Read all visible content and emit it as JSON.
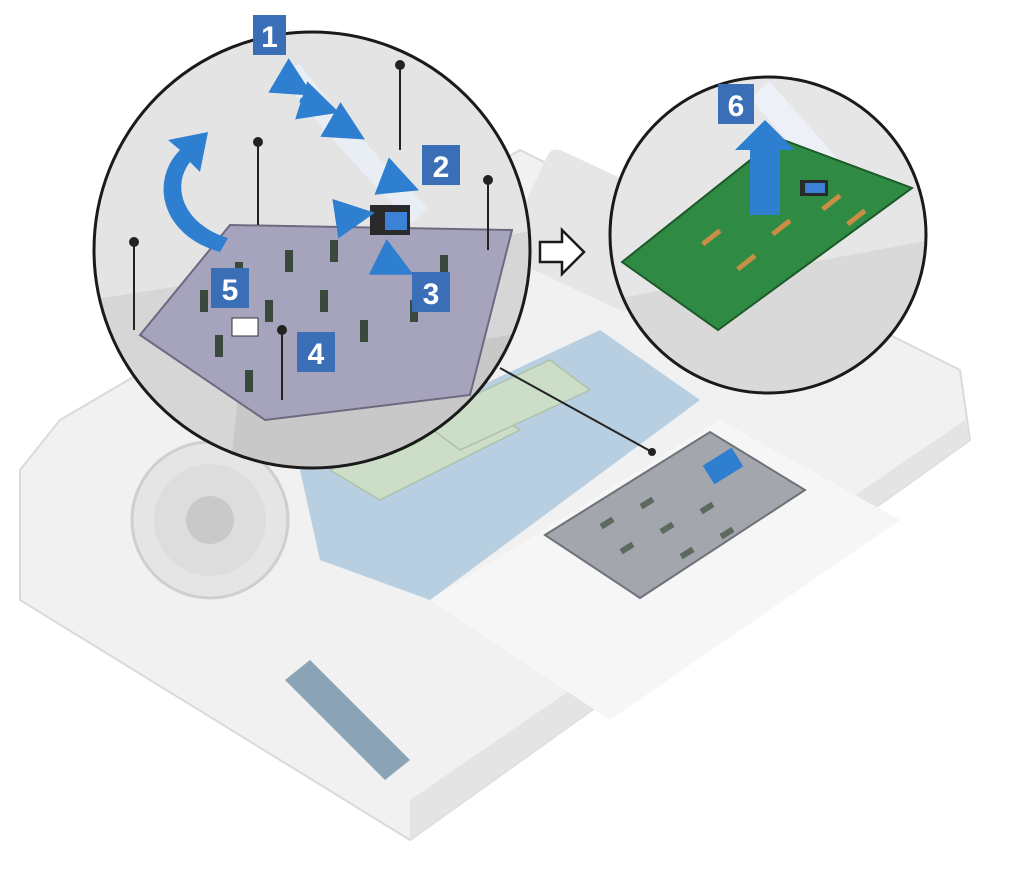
{
  "figure": {
    "steps": [
      {
        "id": "1",
        "label": "1"
      },
      {
        "id": "2",
        "label": "2"
      },
      {
        "id": "3",
        "label": "3"
      },
      {
        "id": "4",
        "label": "4"
      },
      {
        "id": "5",
        "label": "5"
      },
      {
        "id": "6",
        "label": "6"
      }
    ],
    "colors": {
      "callout_blue": "#3a6fb8",
      "arrow_blue": "#2f7fd0",
      "bracket_gray": "#a3a6ad",
      "board_green": "#2f8a43",
      "motherboard_blue": "#7fa9c9",
      "chassis_gray": "#dcdcdc"
    }
  }
}
